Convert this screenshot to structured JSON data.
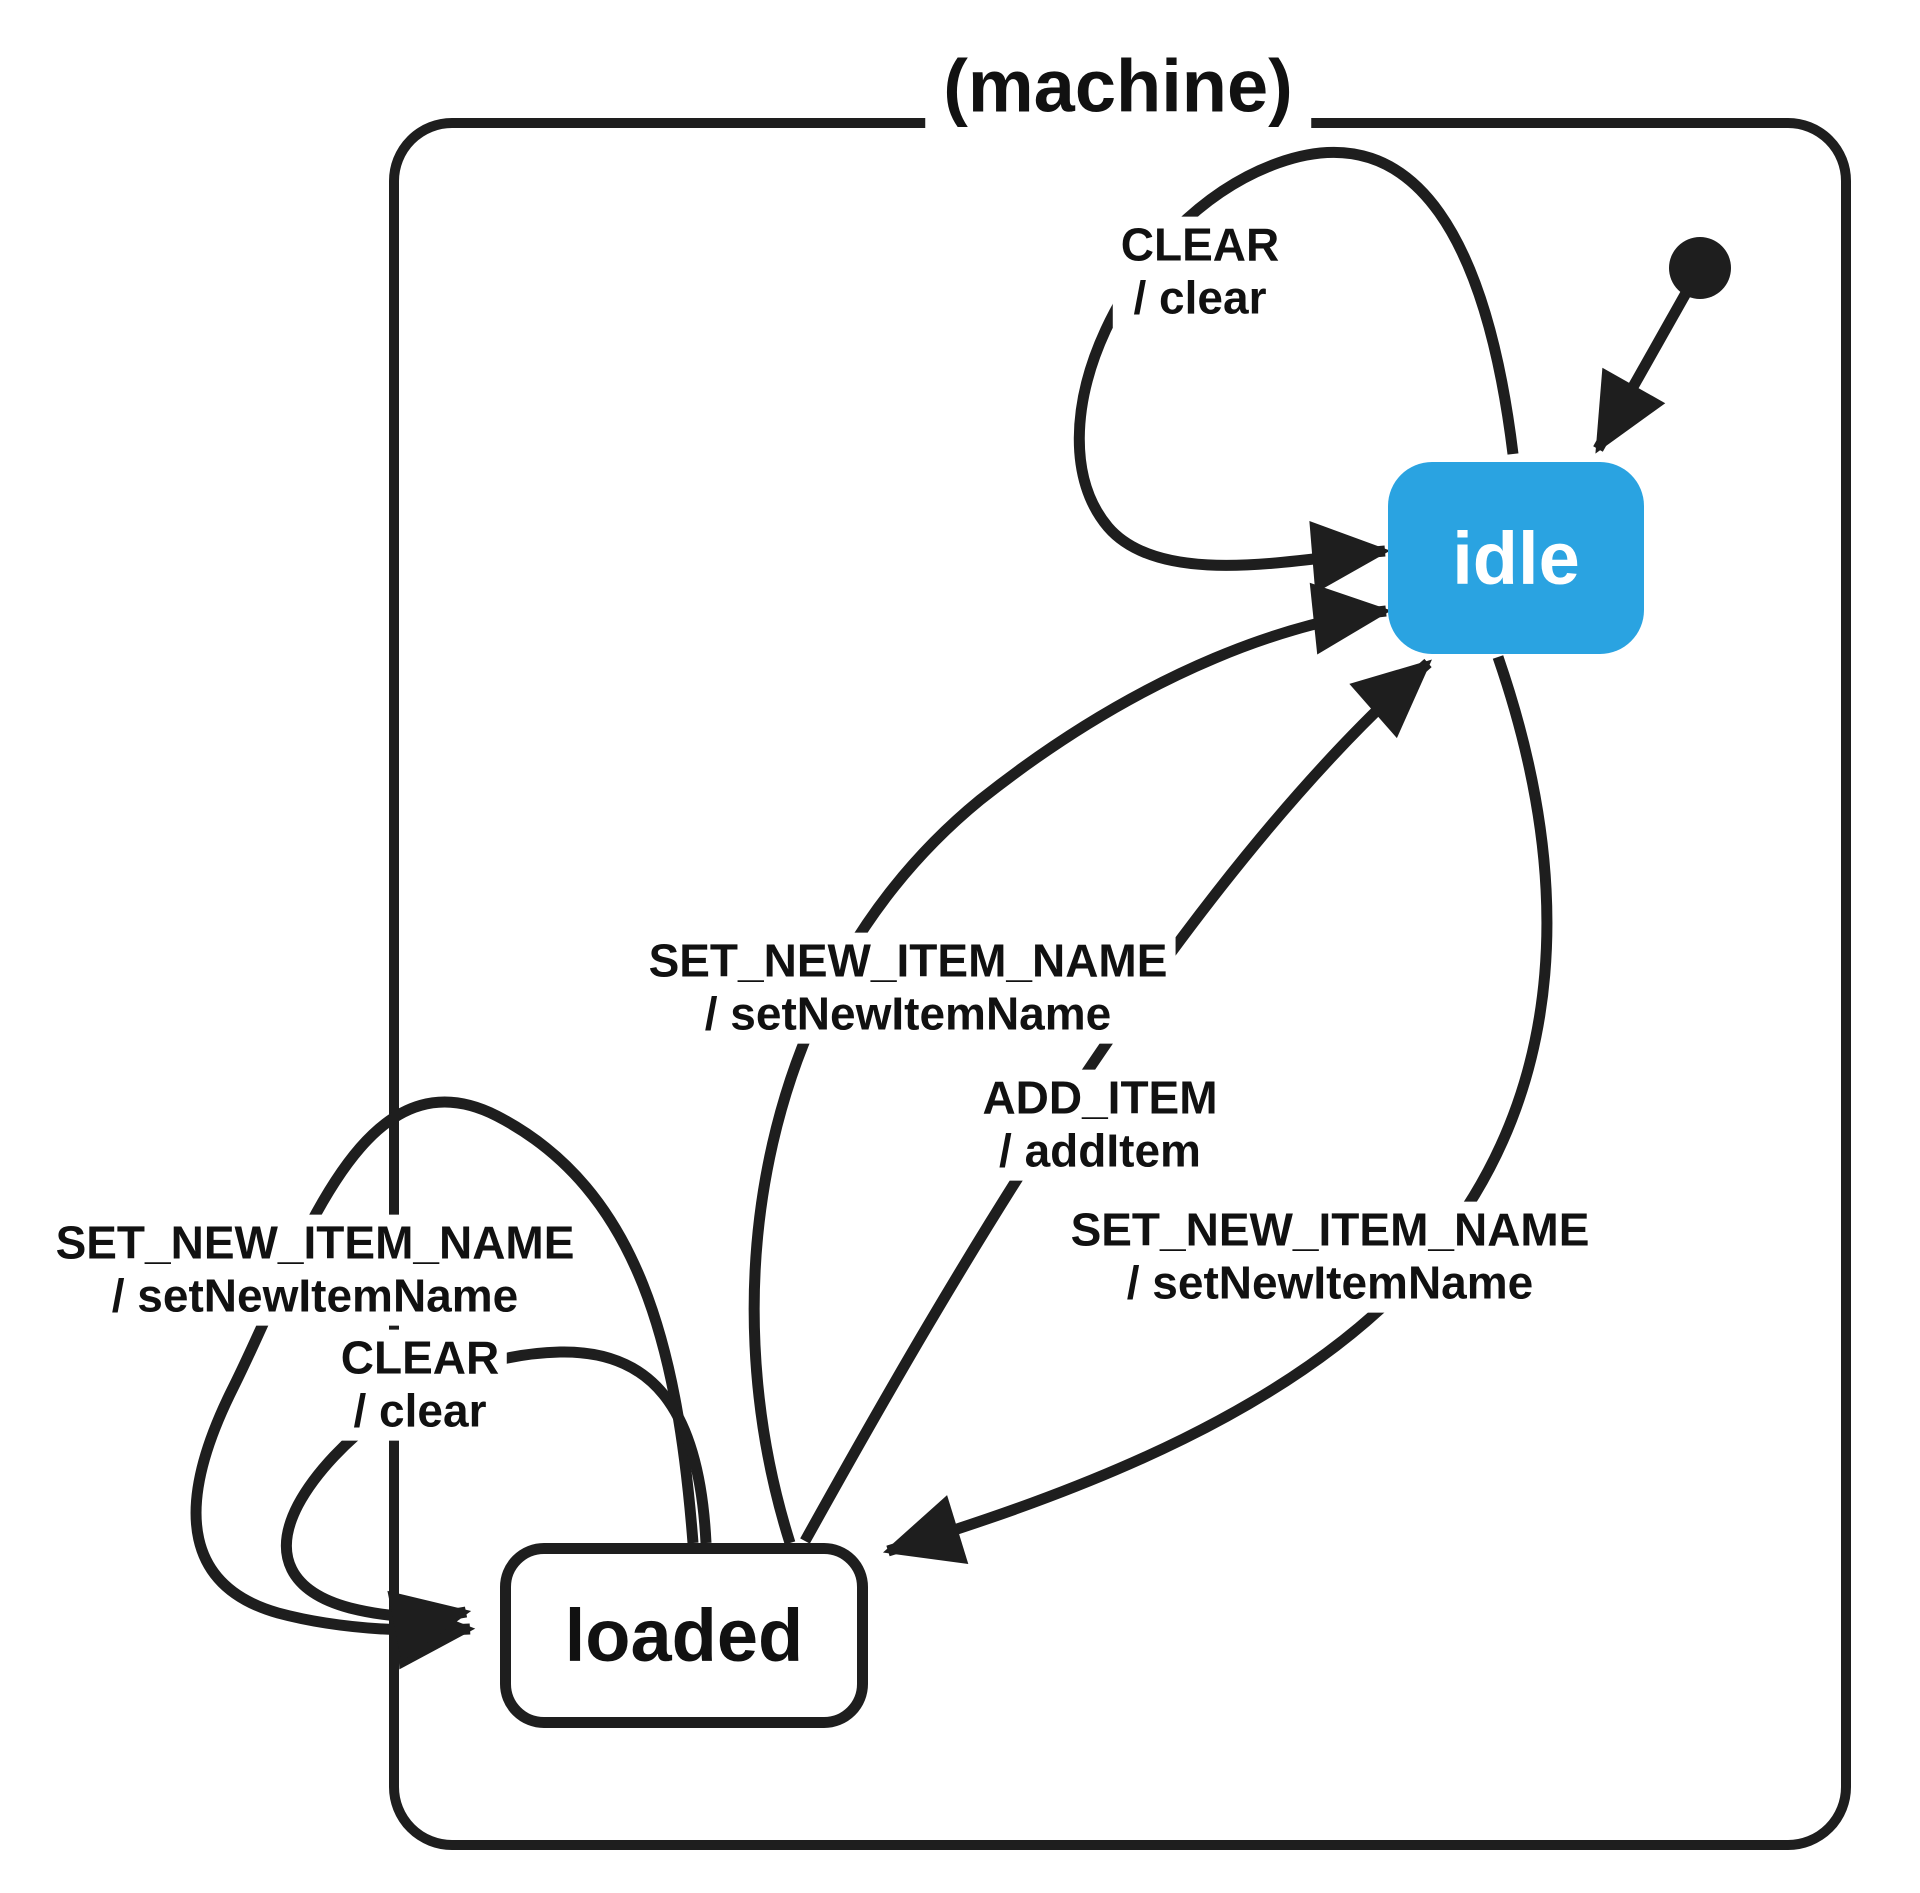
{
  "diagram": {
    "title": "(machine)",
    "kind": "state-machine",
    "colors": {
      "edge_stroke": "#1e1e1e",
      "state_idle_fill": "#2aa3e1",
      "state_idle_text": "#ffffff",
      "state_loaded_fill": "#ffffff",
      "state_loaded_text": "#111111",
      "background": "#ffffff"
    },
    "initial_state": "idle",
    "states": [
      {
        "id": "idle",
        "label": "idle",
        "is_initial": true
      },
      {
        "id": "loaded",
        "label": "loaded",
        "is_initial": false
      }
    ],
    "transitions": [
      {
        "from": "idle",
        "to": "idle",
        "event_label": "CLEAR",
        "action_label": "/ clear"
      },
      {
        "from": "loaded",
        "to": "idle",
        "event_label": "SET_NEW_ITEM_NAME",
        "action_label": "/ setNewItemName"
      },
      {
        "from": "loaded",
        "to": "idle",
        "event_label": "ADD_ITEM",
        "action_label": "/ addItem"
      },
      {
        "from": "idle",
        "to": "loaded",
        "event_label": "SET_NEW_ITEM_NAME",
        "action_label": "/ setNewItemName"
      },
      {
        "from": "loaded",
        "to": "loaded",
        "event_label": "SET_NEW_ITEM_NAME",
        "action_label": "/ setNewItemName"
      },
      {
        "from": "loaded",
        "to": "loaded",
        "event_label": "CLEAR",
        "action_label": "/ clear"
      }
    ]
  }
}
